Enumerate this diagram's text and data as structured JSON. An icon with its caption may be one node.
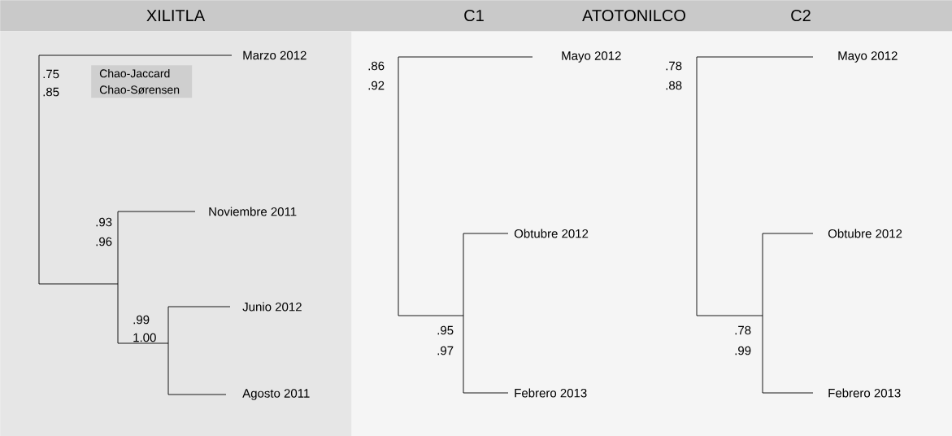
{
  "diagram": {
    "nodes": [
      {
        "text": [
          "XILITLA",
          "C1",
          "ATOTONILCO",
          "C2"
        ]
      },
      {
        "text": [],
        "shape": "box"
      },
      {
        "text": [
          "Chao-Jaccard",
          "Chao-Sørensen"
        ],
        "in": 1
      }
    ],
    "labels": [
      "Marzo 2012",
      ".75",
      ".85",
      "Noviembre 2011",
      ".93",
      ".96",
      "Junio 2012",
      ".99",
      "1.00",
      "Agosto 2011",
      "Mayo 2012",
      ".86",
      ".92",
      "Obtubre 2012",
      ".95",
      ".97",
      "Febrero 2013",
      "Mayo 2012",
      ".78",
      ".88",
      "Obtubre 2012",
      ".78",
      ".99",
      "Febrero 2013"
    ]
  }
}
